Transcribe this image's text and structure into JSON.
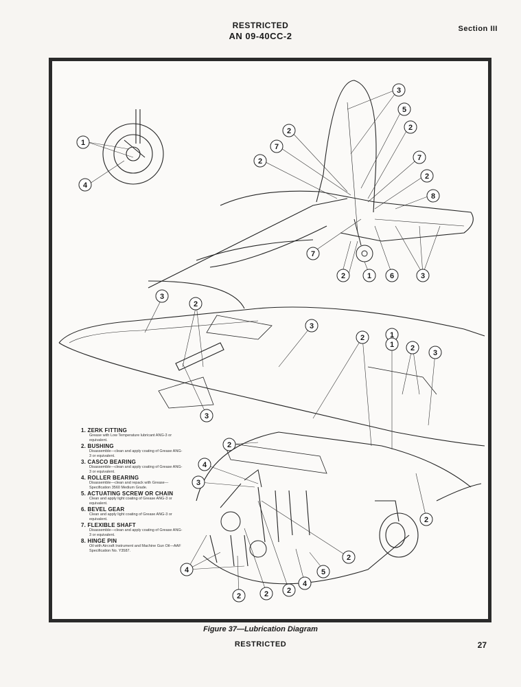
{
  "header": {
    "classification": "RESTRICTED",
    "document_number": "AN 09-40CC-2",
    "section": "Section III"
  },
  "figure": {
    "caption": "Figure 37—Lubrication Diagram",
    "callouts": [
      "1",
      "1",
      "4",
      "3",
      "5",
      "2",
      "2",
      "7",
      "2",
      "7",
      "2",
      "8",
      "7",
      "2",
      "1",
      "6",
      "3",
      "3",
      "2",
      "3",
      "2",
      "1",
      "2",
      "3",
      "3",
      "2",
      "4",
      "3",
      "2",
      "4",
      "2",
      "5",
      "4",
      "2",
      "2",
      "2"
    ]
  },
  "legend": [
    {
      "title": "1. ZERK FITTING",
      "desc": "Grease with Low Temperature lubricant ANG-3 or equivalent."
    },
    {
      "title": "2. BUSHING",
      "desc": "Disassemble—clean and apply coating of Grease ANG-3 or equivalent."
    },
    {
      "title": "3. CASCO BEARING",
      "desc": "Disassemble—clean and apply coating of Grease ANG-3 or equivalent."
    },
    {
      "title": "4. ROLLER BEARING",
      "desc": "Disassemble—clean and repack with Grease—Specification 3560 Medium Grade."
    },
    {
      "title": "5. ACTUATING SCREW OR CHAIN",
      "desc": "Clean and apply light coating of Grease ANG-3 or equivalent."
    },
    {
      "title": "6. BEVEL GEAR",
      "desc": "Clean and apply light coating of Grease ANG-3 or equivalent."
    },
    {
      "title": "7. FLEXIBLE SHAFT",
      "desc": "Disassemble—clean and apply coating of Grease ANG-3 or equivalent."
    },
    {
      "title": "8. HINGE PIN",
      "desc": "Oil with Aircraft Instrument and Machine Gun Oil—AAF Specification No. Y3587."
    }
  ],
  "footer": {
    "classification": "RESTRICTED",
    "page_number": "27"
  }
}
